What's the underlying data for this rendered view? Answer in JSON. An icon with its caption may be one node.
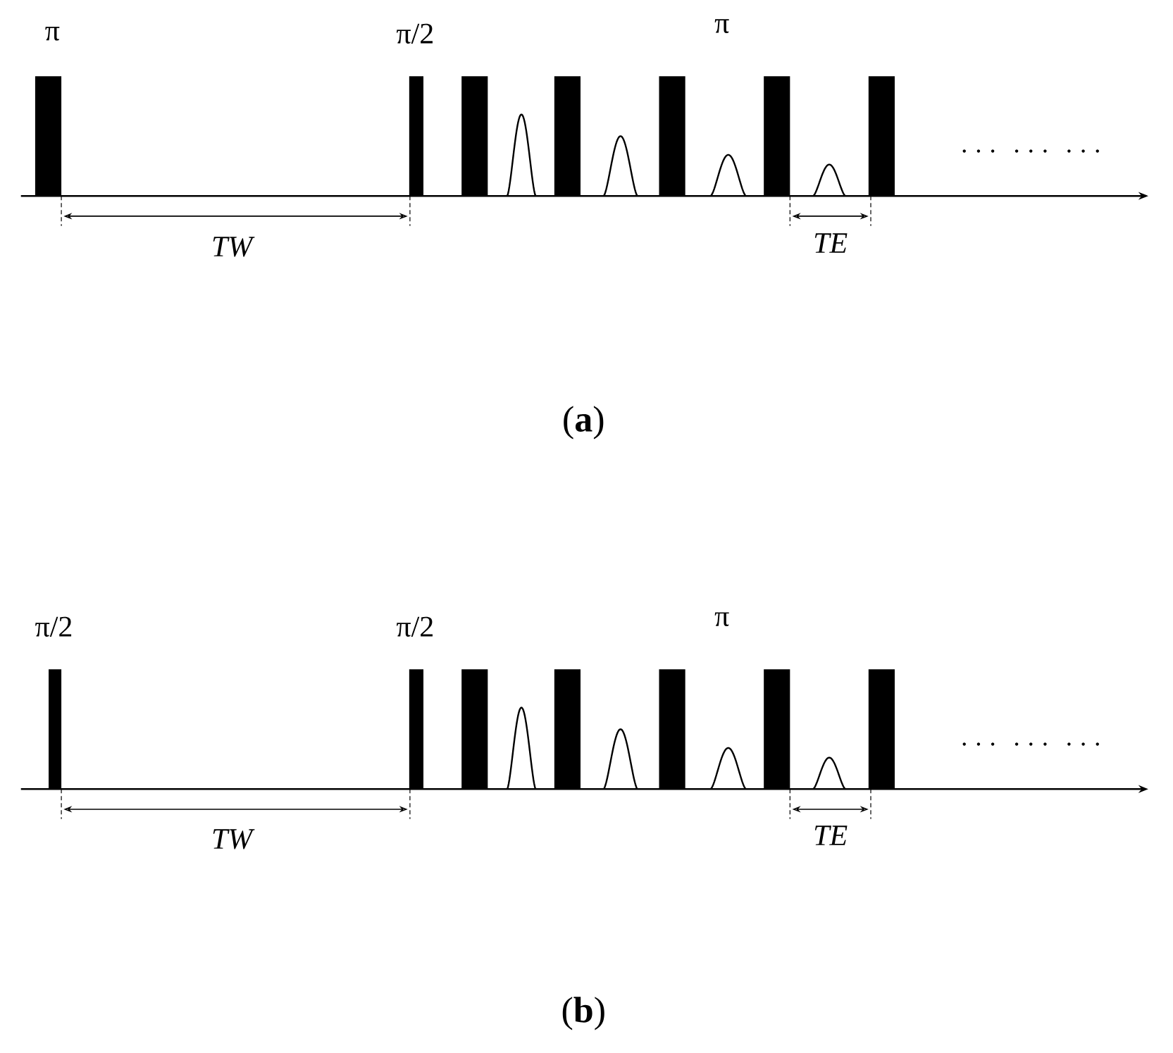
{
  "diagram": {
    "labels": [
      "π",
      "π/2",
      "π",
      "TW",
      "TE",
      "(**a**)",
      "π/2",
      "π/2",
      "π",
      "TW",
      "TE",
      "(**b**)"
    ]
  }
}
